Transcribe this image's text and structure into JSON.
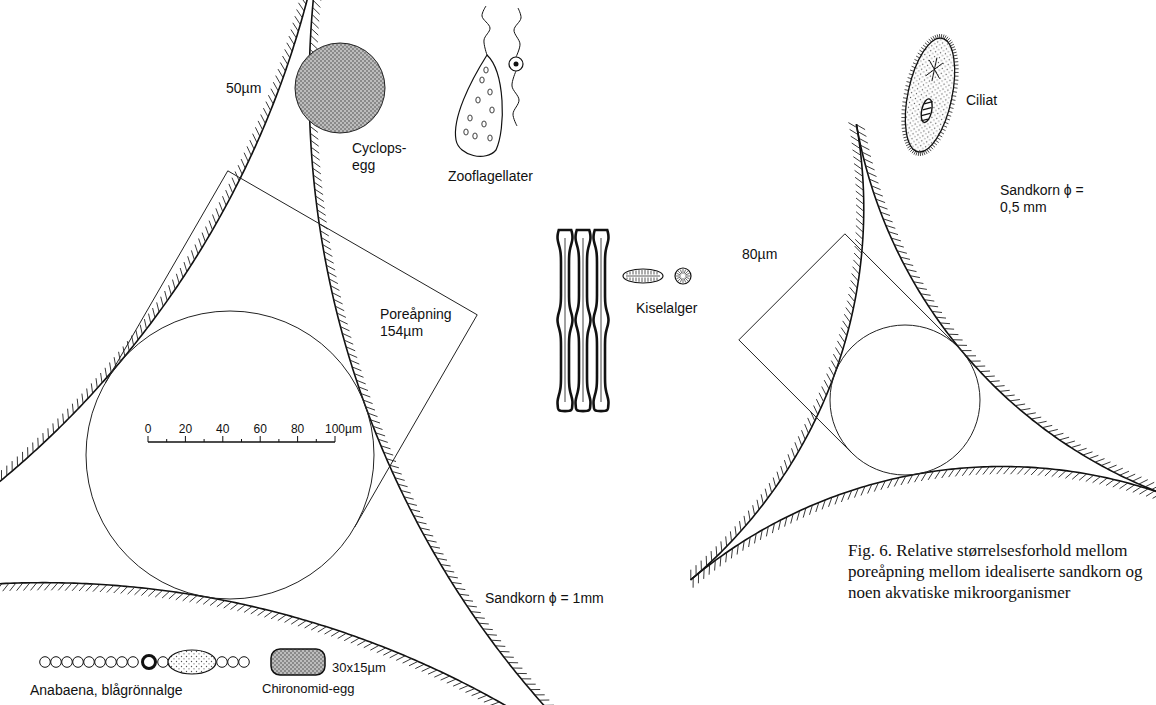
{
  "diagram": {
    "caption": "Fig. 6. Relative størrelsesforhold mellom poreåpning mellom idealiserte sandkorn og noen akvatiske mikroorganismer",
    "nodes": [
      {
        "text": [
          "50µm",
          "Cyclops-egg"
        ]
      },
      {
        "text": [
          "30x15µm",
          "Chironomid-egg"
        ]
      }
    ],
    "labels": [
      "Zooflagellater",
      "Ciliat",
      "Poreåpning 154µm",
      "80µm",
      "Sandkorn ϕ = 0,5 mm",
      "Kiselalger",
      "0",
      "20",
      "40",
      "60",
      "80",
      "100µm",
      "Sandkorn ϕ = 1mm",
      "Anabaena, blågrönnalge"
    ]
  }
}
